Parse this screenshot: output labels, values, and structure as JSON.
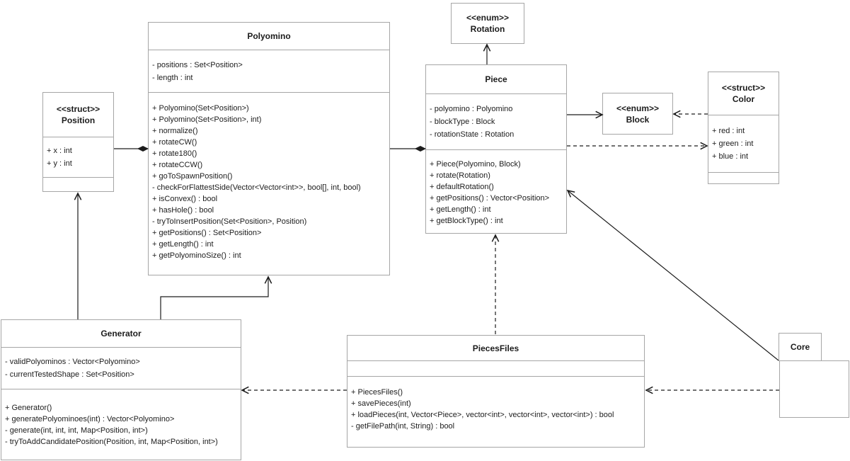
{
  "diagram": {
    "classes": {
      "polyomino": {
        "title": "Polyomino",
        "attributes": [
          "- positions : Set<Position>",
          "- length : int"
        ],
        "methods": [
          "+ Polyomino(Set<Position>)",
          "+ Polyomino(Set<Position>, int)",
          "+ normalize()",
          "+ rotateCW()",
          "+ rotate180()",
          "+ rotateCCW()",
          "+ goToSpawnPosition()",
          "- checkForFlattestSide(Vector<Vector<int>>, bool[], int, bool)",
          "+ isConvex() : bool",
          "+ hasHole() : bool",
          "- tryToInsertPosition(Set<Position>, Position)",
          "+ getPositions() : Set<Position>",
          "+ getLength() : int",
          "+ getPolyominoSize() : int"
        ]
      },
      "rotation": {
        "stereotype": "<<enum>>",
        "title": "Rotation"
      },
      "piece": {
        "title": "Piece",
        "attributes": [
          "- polyomino : Polyomino",
          "- blockType : Block",
          "- rotationState : Rotation"
        ],
        "methods": [
          "+ Piece(Polyomino, Block)",
          "+ rotate(Rotation)",
          "+ defaultRotation()",
          "+ getPositions() : Vector<Position>",
          "+ getLength() : int",
          "+ getBlockType() : int"
        ]
      },
      "block": {
        "stereotype": "<<enum>>",
        "title": "Block"
      },
      "color": {
        "stereotype": "<<struct>>",
        "title": "Color",
        "attributes": [
          "+ red : int",
          "+ green : int",
          "+ blue : int"
        ]
      },
      "position": {
        "stereotype": "<<struct>>",
        "title": "Position",
        "attributes": [
          "+ x : int",
          "+ y : int"
        ]
      },
      "generator": {
        "title": "Generator",
        "attributes": [
          "- validPolyominos : Vector<Polyomino>",
          "- currentTestedShape : Set<Position>"
        ],
        "methods": [
          "+ Generator()",
          "+ generatePolyominoes(int) : Vector<Polyomino>",
          "- generate(int, int, int, Map<Position, int>)",
          "- tryToAddCandidatePosition(Position, int, Map<Position, int>)"
        ]
      },
      "pieces_files": {
        "title": "PiecesFiles",
        "methods": [
          "+ PiecesFiles()",
          "+ savePieces(int)",
          "+ loadPieces(int, Vector<Piece>, vector<int>, vector<int>, vector<int>) : bool",
          "- getFilePath(int, String) : bool"
        ]
      },
      "core": {
        "title": "Core"
      }
    },
    "relationships": [
      {
        "owner": "Polyomino",
        "part": "Position",
        "type": "composition",
        "line": "solid",
        "diamond_at": "Polyomino"
      },
      {
        "owner": "Piece",
        "part": "Polyomino",
        "type": "composition",
        "line": "solid",
        "diamond_at": "Piece"
      },
      {
        "from": "Piece",
        "to": "Rotation",
        "type": "directed-association",
        "line": "solid"
      },
      {
        "from": "Piece",
        "to": "Block",
        "type": "directed-association",
        "line": "solid"
      },
      {
        "from": "Color",
        "to": "Block",
        "type": "dependency",
        "line": "dashed"
      },
      {
        "from": "Piece",
        "to": "Color",
        "type": "dependency",
        "line": "dashed"
      },
      {
        "from": "PiecesFiles",
        "to": "Piece",
        "type": "dependency",
        "line": "dashed"
      },
      {
        "from": "Core",
        "to": "Piece",
        "type": "directed-association",
        "line": "solid"
      },
      {
        "from": "PiecesFiles",
        "to": "Generator",
        "type": "dependency",
        "line": "dashed"
      },
      {
        "from": "Core",
        "to": "PiecesFiles",
        "type": "dependency",
        "line": "dashed"
      },
      {
        "from": "Generator",
        "to": "Position",
        "type": "directed-association",
        "line": "solid"
      },
      {
        "from": "Generator",
        "to": "Polyomino",
        "type": "directed-association",
        "line": "solid"
      }
    ],
    "colors": {
      "background": "#ffffff",
      "box_border": "#a6a6a6",
      "edge_line": "#1c1c1c",
      "text": "#1c1c1c"
    }
  }
}
